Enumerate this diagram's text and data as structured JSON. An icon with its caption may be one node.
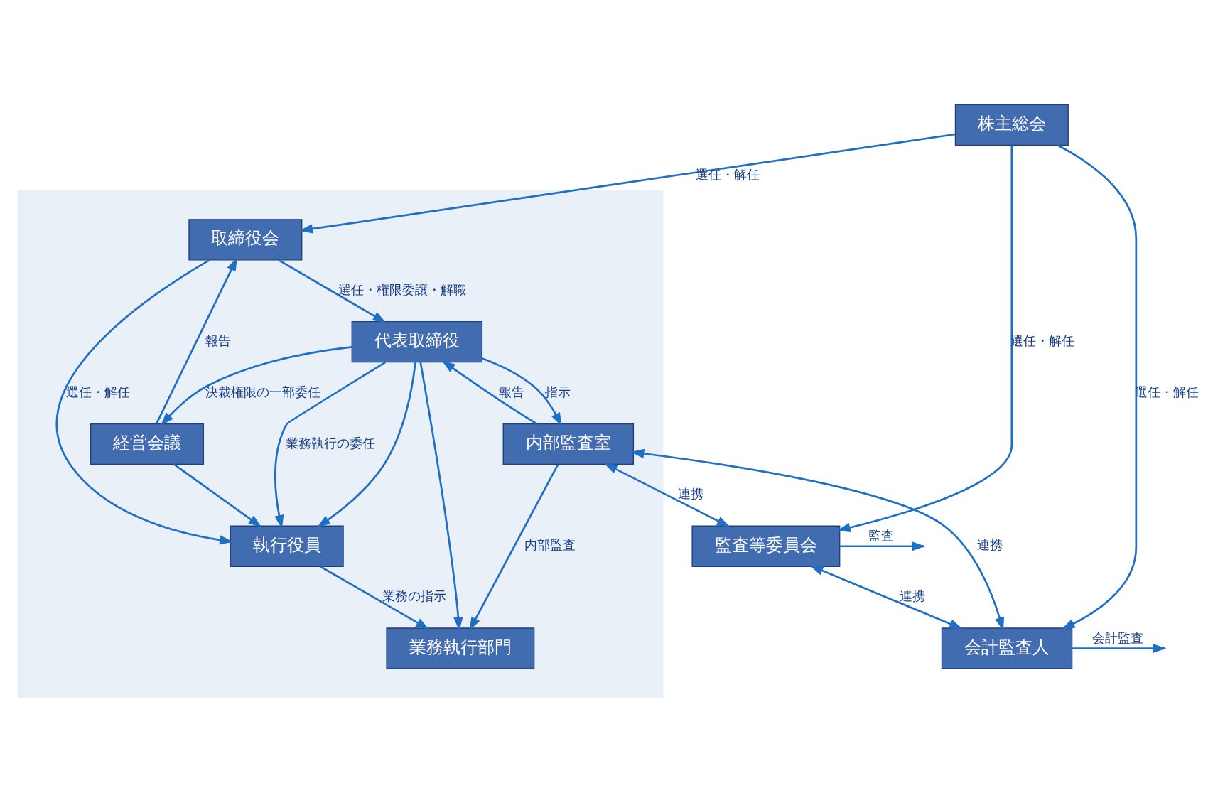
{
  "diagram": {
    "nodes": [
      {
        "text": [
          "株主総会"
        ]
      },
      {
        "text": [],
        "shape": "box"
      },
      {
        "text": [
          "取締役会"
        ],
        "in": 1
      },
      {
        "text": [
          "監査等委員会"
        ]
      },
      {
        "text": [
          "代表取締役"
        ],
        "in": 1
      },
      {
        "text": [
          "内部監査室"
        ],
        "in": 1
      },
      {
        "text": [
          "経営会議"
        ],
        "in": 1
      },
      {
        "text": [
          "執行役員"
        ],
        "in": 1
      },
      {
        "text": [
          "業務執行部門"
        ],
        "in": 1
      },
      {
        "text": [
          "会計監査人"
        ]
      }
    ],
    "edges": [
      {
        "from": 0,
        "to": 2,
        "arrow": "to",
        "label": "選任・解任"
      },
      {
        "from": 0,
        "to": 3,
        "arrow": "to",
        "label": "選任・解任"
      },
      {
        "from": 0,
        "to": 9,
        "arrow": "to",
        "label": "選任・解任"
      },
      {
        "from": 2,
        "to": 7,
        "arrow": "to",
        "label": "選任・解任"
      },
      {
        "from": 6,
        "to": 2,
        "arrow": "to",
        "label": "報告"
      },
      {
        "from": 3,
        "to": null,
        "arrow": "to",
        "label": "監査"
      },
      {
        "from": 2,
        "to": 4,
        "arrow": "to",
        "label": "選任・権限委譲・解職"
      },
      {
        "from": 4,
        "to": 5,
        "arrow": "to",
        "label": "指示"
      },
      {
        "from": 5,
        "to": 4,
        "arrow": "to",
        "label": "報告"
      },
      {
        "from": 5,
        "to": 3,
        "arrow": "both",
        "label": "連携"
      },
      {
        "from": 3,
        "to": 9,
        "arrow": "both",
        "label": "連携"
      },
      {
        "from": 5,
        "to": 9,
        "arrow": "both",
        "label": "連携"
      },
      {
        "from": 4,
        "to": 6,
        "arrow": "to",
        "label": "決裁権限の一部委任"
      },
      {
        "from": 4,
        "to": 7,
        "arrow": "to"
      },
      {
        "from": 4,
        "to": 7,
        "arrow": "to",
        "label": "業務執行の委任"
      },
      {
        "from": 4,
        "to": 8,
        "arrow": "to"
      },
      {
        "from": 5,
        "to": 8,
        "arrow": "to",
        "label": "内部監査"
      },
      {
        "from": 6,
        "to": 7,
        "arrow": "to"
      },
      {
        "from": 7,
        "to": 8,
        "arrow": "to",
        "label": "業務の指示"
      },
      {
        "from": 9,
        "to": null,
        "arrow": "to",
        "label": "会計監査"
      }
    ]
  }
}
